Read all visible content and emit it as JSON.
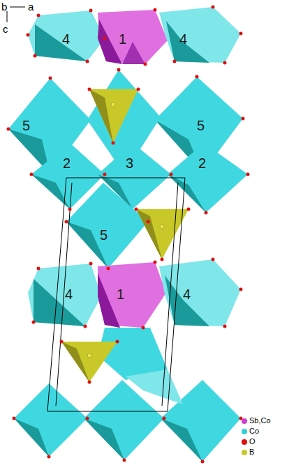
{
  "diagram": {
    "labels": [
      "b",
      "a",
      "c",
      "4",
      "1",
      "4",
      "5",
      "5",
      "2",
      "3",
      "2",
      "5",
      "4",
      "1",
      "4"
    ],
    "legend": [
      {
        "text": "Sb,Co",
        "color": "#d040d0"
      },
      {
        "text": "Co",
        "color": "#30d0d8"
      },
      {
        "text": "O",
        "color": "#e01010"
      },
      {
        "text": "B",
        "color": "#c8c828"
      }
    ]
  }
}
